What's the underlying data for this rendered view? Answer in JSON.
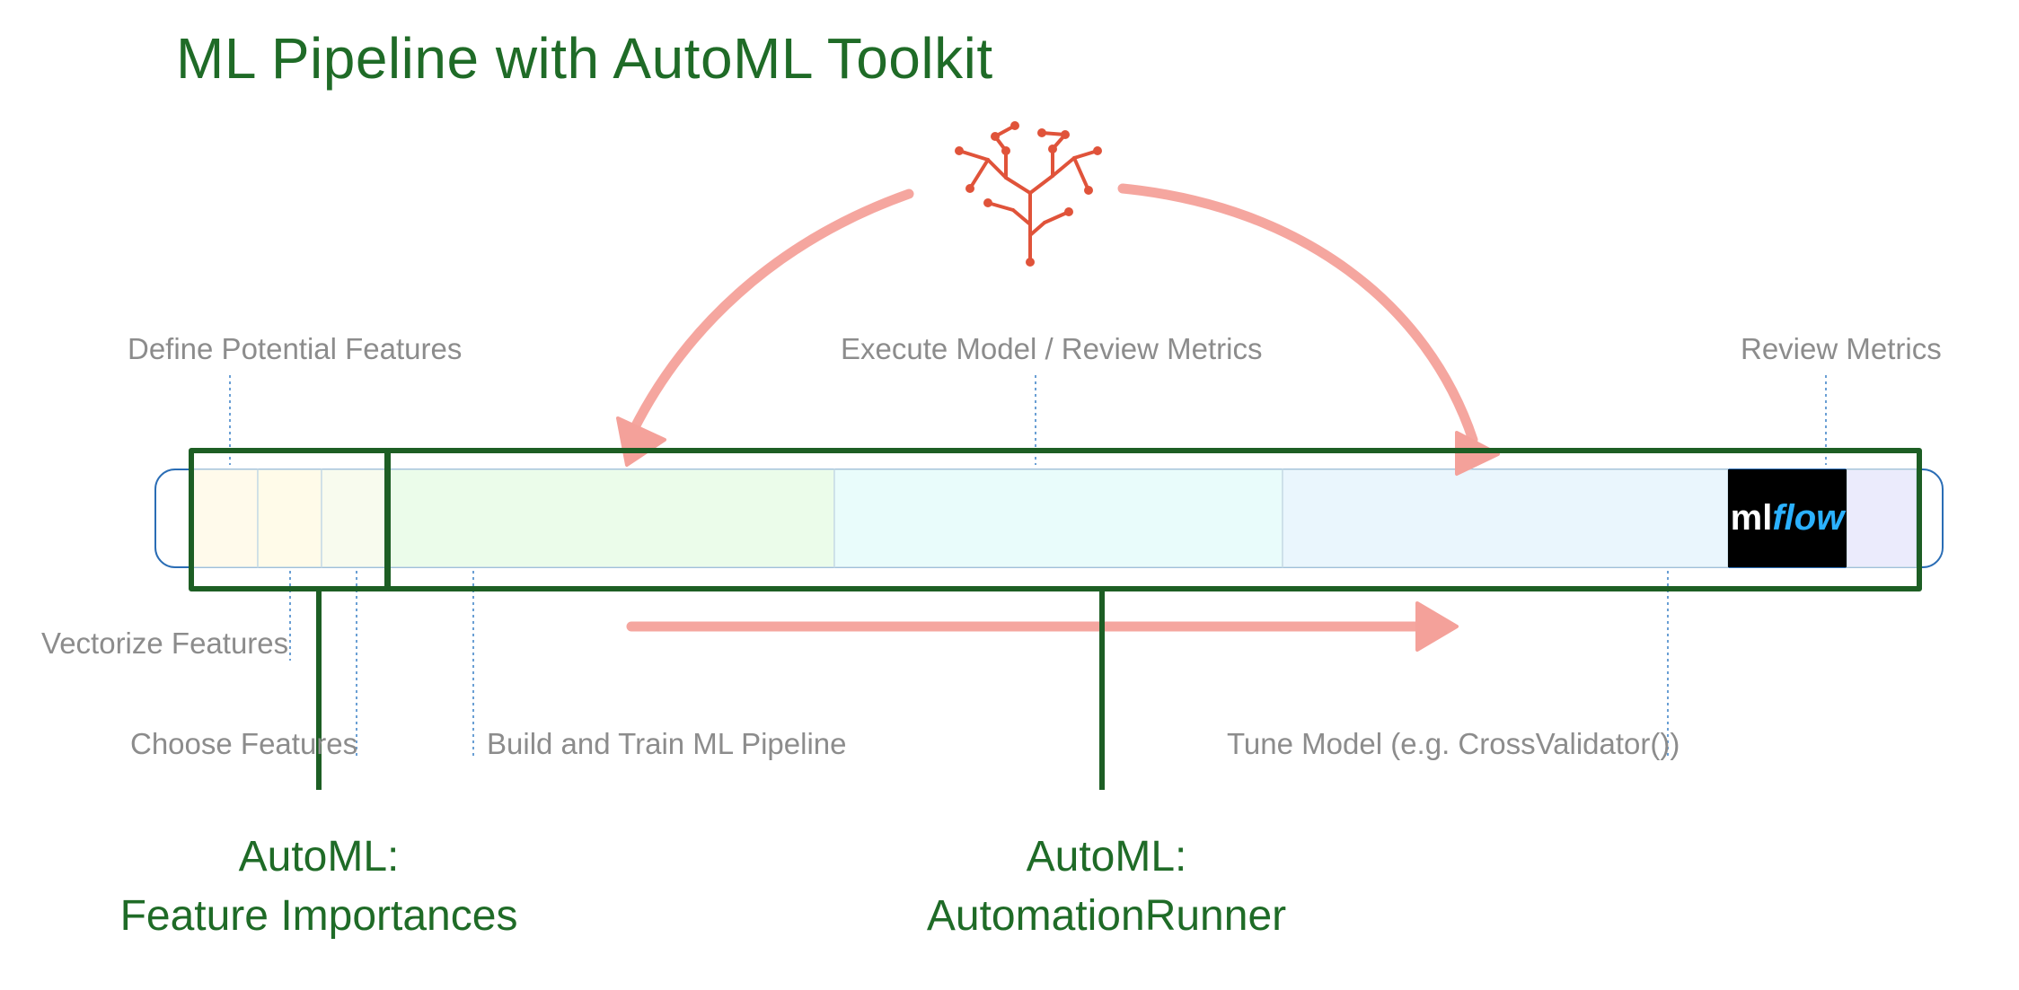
{
  "title": "ML Pipeline with AutoML Toolkit",
  "labels": {
    "define_features": "Define Potential Features",
    "execute_review": "Execute Model / Review Metrics",
    "review_metrics": "Review Metrics",
    "vectorize": "Vectorize Features",
    "choose": "Choose Features",
    "build_train": "Build and Train ML Pipeline",
    "tune": "Tune Model (e.g. CrossValidator())"
  },
  "automl": {
    "feature_importances": [
      "AutoML:",
      "Feature Importances"
    ],
    "automation_runner": [
      "AutoML:",
      "AutomationRunner"
    ]
  },
  "mlflow_logo": {
    "ml": "ml",
    "flow": "flow"
  },
  "colors": {
    "title_green": "#1f6b27",
    "frame_green": "#1d5e24",
    "arrow_pink": "#f4a19a",
    "brain_red": "#e0533a",
    "outline_blue": "#2a6db5",
    "label_gray": "#8c8c8c",
    "dotted_blue": "#6a9fd4"
  },
  "icons": [
    "brain-circuit-icon",
    "mlflow-logo"
  ]
}
